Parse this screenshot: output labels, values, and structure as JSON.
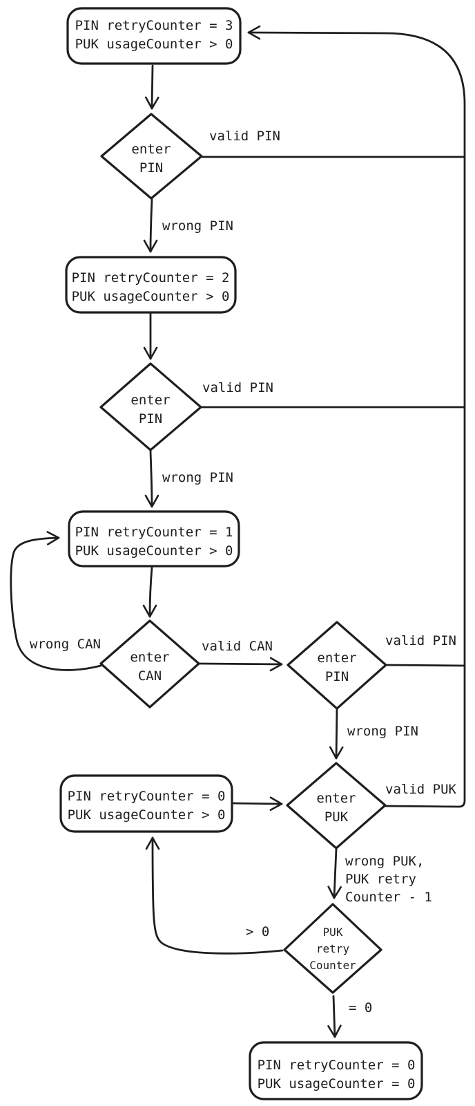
{
  "diagram": {
    "type": "flowchart",
    "colors": {
      "stroke": "#1e1e1e",
      "background": "#ffffff"
    },
    "nodes": {
      "state_retry3": {
        "line1": "PIN retryCounter = 3",
        "line2": "PUK usageCounter > 0"
      },
      "enter_pin_1": {
        "line1": "enter",
        "line2": "PIN"
      },
      "state_retry2": {
        "line1": "PIN retryCounter = 2",
        "line2": "PUK usageCounter > 0"
      },
      "enter_pin_2": {
        "line1": "enter",
        "line2": "PIN"
      },
      "state_retry1": {
        "line1": "PIN retryCounter = 1",
        "line2": "PUK usageCounter > 0"
      },
      "enter_can": {
        "line1": "enter",
        "line2": "CAN"
      },
      "enter_pin_3": {
        "line1": "enter",
        "line2": "PIN"
      },
      "enter_puk": {
        "line1": "enter",
        "line2": "PUK"
      },
      "state_retry0": {
        "line1": "PIN retryCounter = 0",
        "line2": "PUK usageCounter > 0"
      },
      "puk_retry_counter": {
        "line1": "PUK",
        "line2": "retry",
        "line3": "Counter"
      },
      "state_blocked": {
        "line1": "PIN retryCounter = 0",
        "line2": "PUK usageCounter = 0"
      }
    },
    "labels": {
      "valid_pin_1": "valid PIN",
      "wrong_pin_1": "wrong PIN",
      "valid_pin_2": "valid PIN",
      "wrong_pin_2": "wrong PIN",
      "wrong_can": "wrong CAN",
      "valid_can": "valid CAN",
      "valid_pin_3": "valid PIN",
      "wrong_pin_3": "wrong PIN",
      "valid_puk": "valid PUK",
      "wrong_puk_line1": "wrong PUK,",
      "wrong_puk_line2": "PUK retry",
      "wrong_puk_line3": "Counter - 1",
      "gt_zero": "> 0",
      "eq_zero": "= 0"
    }
  }
}
